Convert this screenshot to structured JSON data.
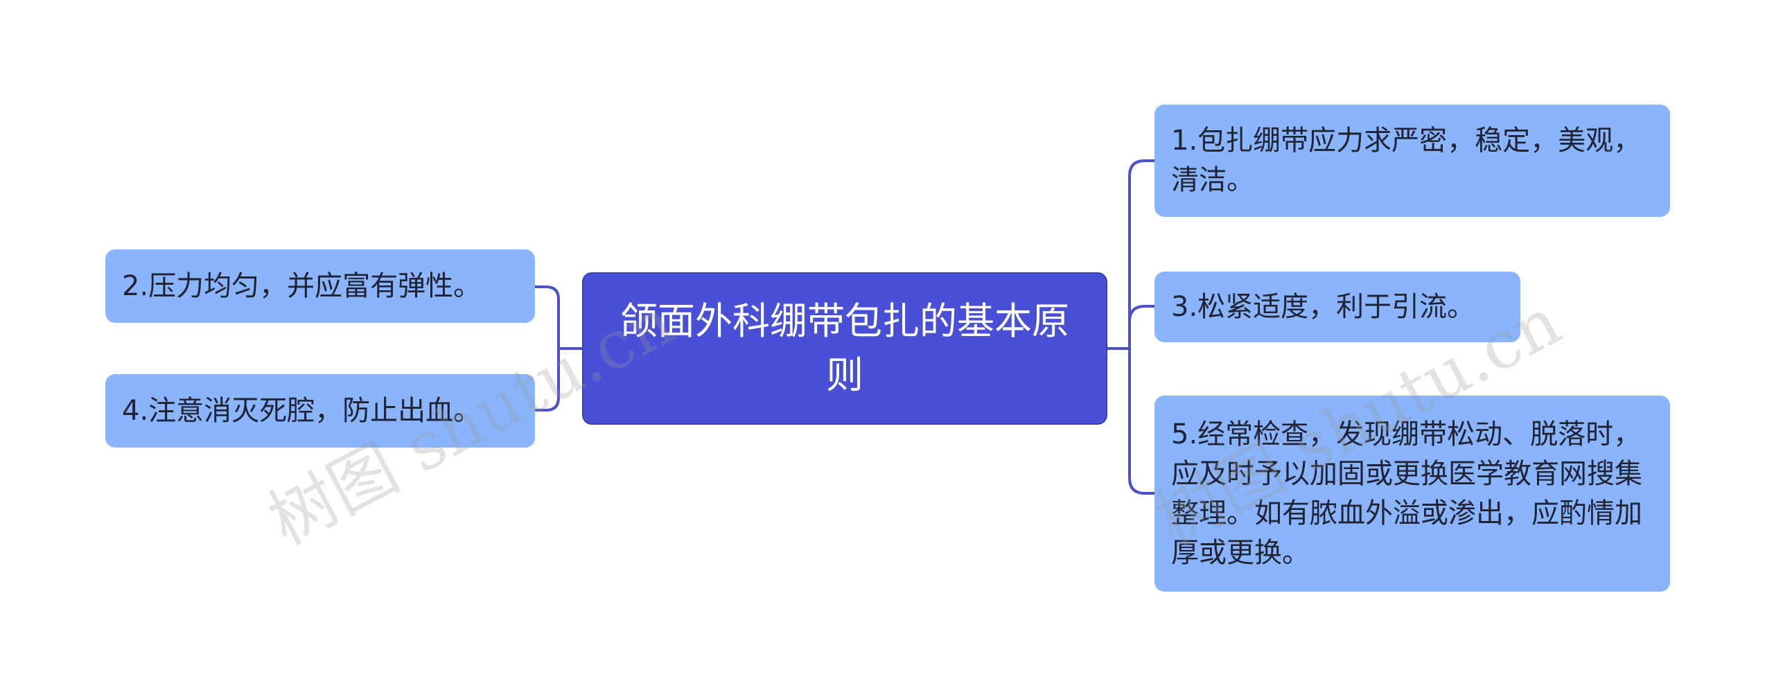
{
  "mindmap": {
    "center": {
      "label": "颌面外科绷带包扎的基本原则"
    },
    "left_branches": [
      {
        "label": "2.压力均匀，并应富有弹性。"
      },
      {
        "label": "4.注意消灭死腔，防止出血。"
      }
    ],
    "right_branches": [
      {
        "label": "1.包扎绷带应力求严密，稳定，美观，清洁。"
      },
      {
        "label": "3.松紧适度，利于引流。"
      },
      {
        "label": "5.经常检查，发现绷带松动、脱落时，应及时予以加固或更换医学教育网搜集整理。如有脓血外溢或渗出，应酌情加厚或更换。"
      }
    ]
  },
  "watermark": {
    "text": "树图 shutu.cn"
  },
  "colors": {
    "center_fill": "#4a50d6",
    "branch_fill": "#8ab4fb",
    "connector": "#4a50c8"
  }
}
